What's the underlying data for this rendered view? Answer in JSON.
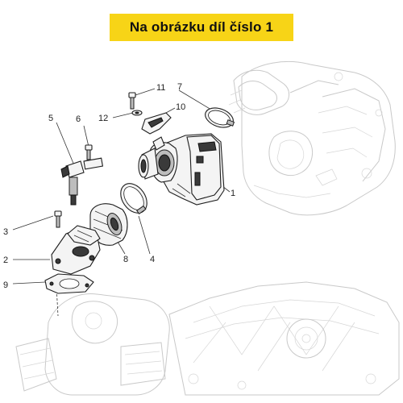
{
  "banner": {
    "title": "Na obrázku díl číslo 1",
    "background": "#f7d417"
  },
  "callouts": [
    {
      "id": "1",
      "text": "1"
    },
    {
      "id": "2",
      "text": "2"
    },
    {
      "id": "3",
      "text": "3"
    },
    {
      "id": "4",
      "text": "4"
    },
    {
      "id": "5",
      "text": "5"
    },
    {
      "id": "6",
      "text": "6"
    },
    {
      "id": "7",
      "text": "7"
    },
    {
      "id": "8",
      "text": "8"
    },
    {
      "id": "9",
      "text": "9"
    },
    {
      "id": "10",
      "text": "10"
    },
    {
      "id": "11",
      "text": "11"
    },
    {
      "id": "12",
      "text": "12"
    }
  ]
}
